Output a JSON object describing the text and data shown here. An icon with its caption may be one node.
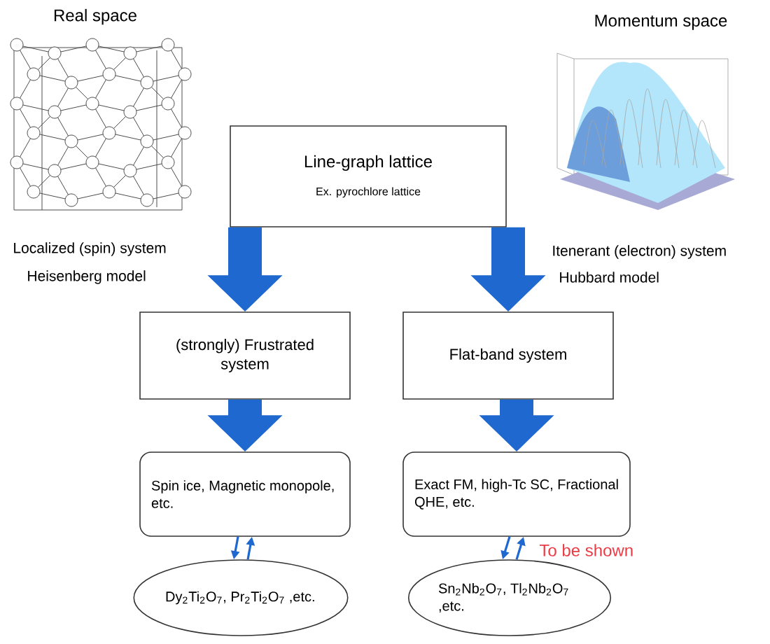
{
  "diagram": {
    "nodes": [
      {
        "text": [
          "Line-graph lattice",
          "Ex. pyrochlore lattice"
        ]
      },
      {
        "text": [
          "(strongly) Frustrated system"
        ]
      },
      {
        "text": [
          "Flat-band system"
        ]
      },
      {
        "text": [
          "Spin ice, Magnetic monopole, etc."
        ]
      },
      {
        "text": [
          "Exact FM, high-Tc SC, Fractional QHE, etc."
        ]
      },
      {
        "text": [
          "Dy$_{2}$Ti$_{2}$O$_{7}$, Pr$_{2}$Ti$_{2}$O$_{7}$ ,etc."
        ]
      },
      {
        "text": [
          "Sn$_{2}$Nb$_{2}$O$_{7}$, Tl$_{2}$Nb$_{2}$O$_{7}$ ,etc."
        ]
      }
    ],
    "edges": [
      {
        "from": 0,
        "to": 1,
        "arrow": "to",
        "style": "thick"
      },
      {
        "from": 0,
        "to": 2,
        "arrow": "to",
        "style": "thick"
      },
      {
        "from": 1,
        "to": 3,
        "arrow": "to",
        "style": "thick"
      },
      {
        "from": 2,
        "to": 4,
        "arrow": "to",
        "style": "thick"
      },
      {
        "from": 3,
        "to": 5,
        "arrow": "to"
      },
      {
        "from": 5,
        "to": 3,
        "arrow": "to"
      },
      {
        "from": 4,
        "to": 6,
        "arrow": "to"
      },
      {
        "from": 6,
        "to": 4,
        "arrow": "to"
      }
    ],
    "labels": [
      "Real space",
      "Momentum space",
      "Localized (spin) system",
      "Heisenberg model",
      "Itenerant (electron) system",
      "Hubbard model",
      "To be shown"
    ]
  }
}
